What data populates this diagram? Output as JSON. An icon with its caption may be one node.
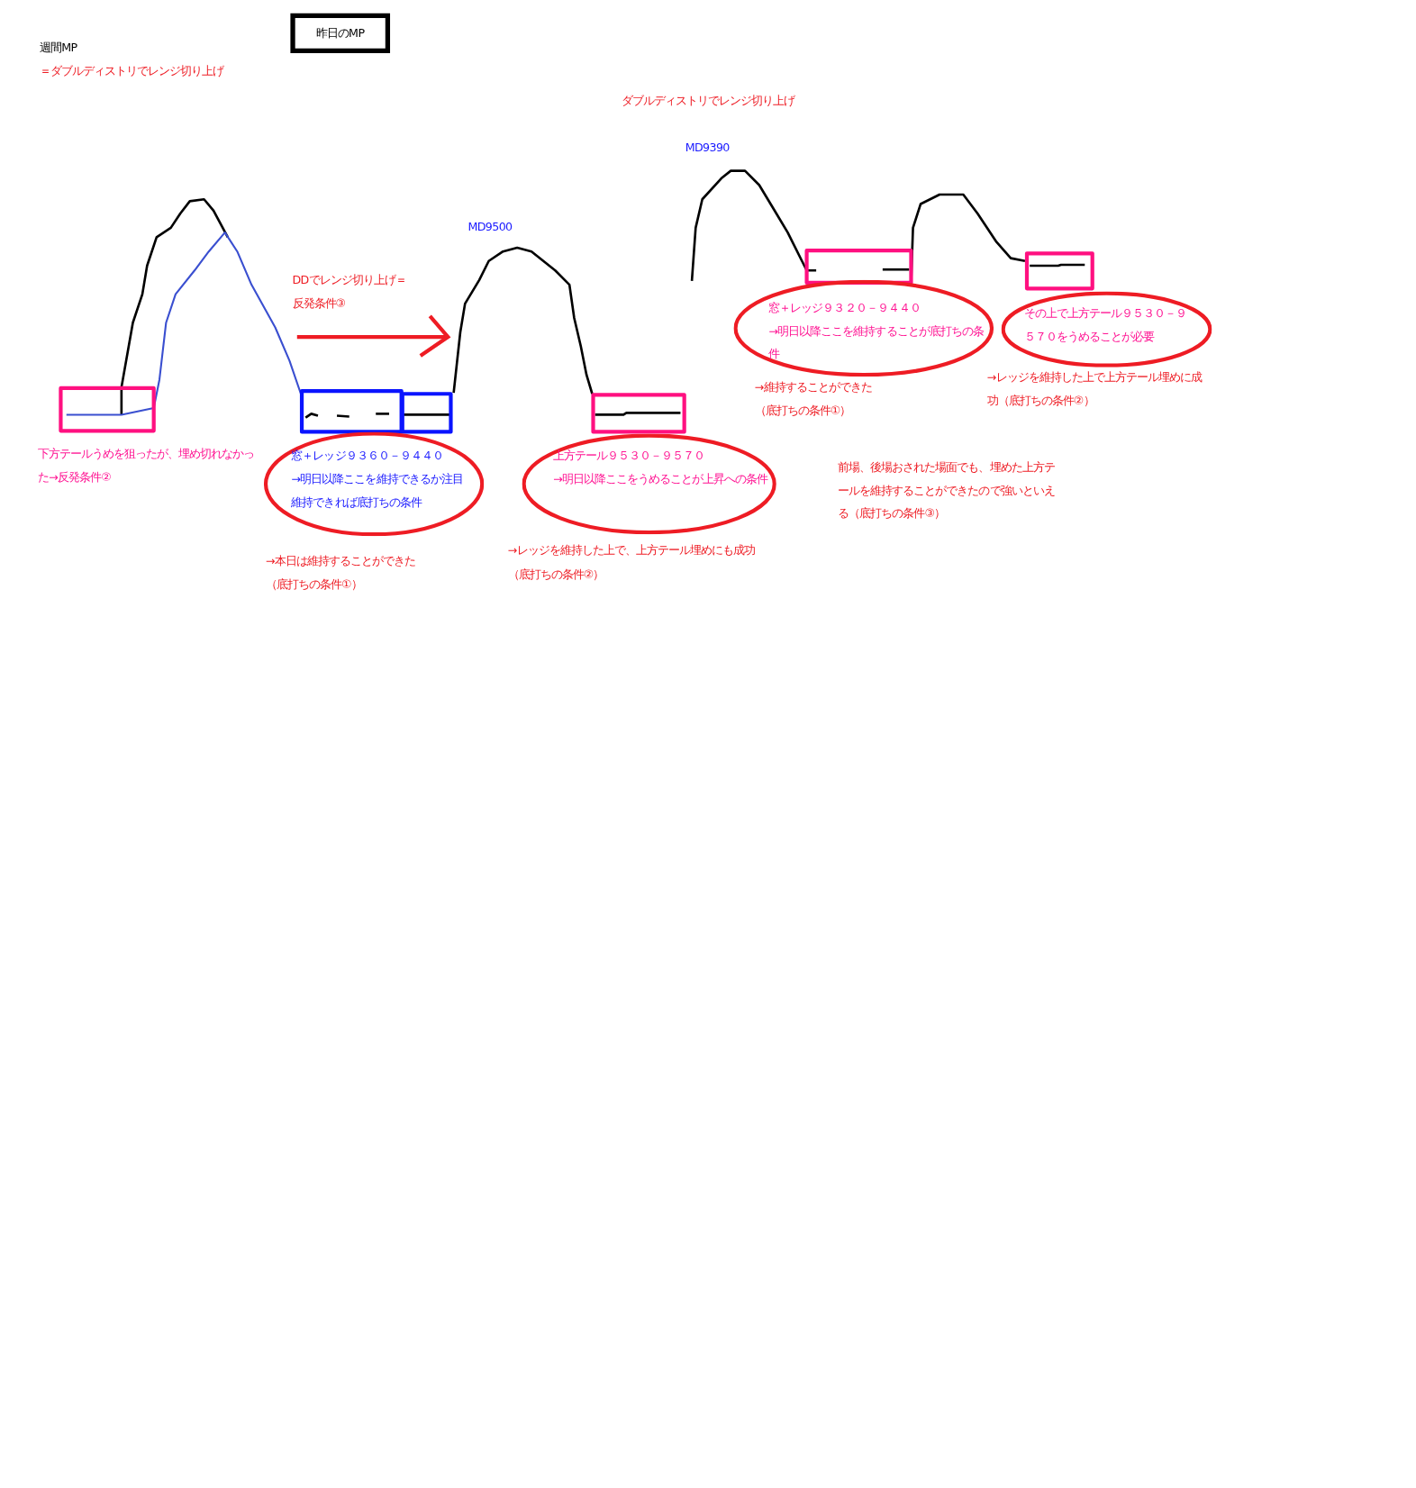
{
  "diagram": {
    "nodes": [
      {
        "text": [
          "昨日のMP"
        ]
      },
      {
        "text": [
          "窓＋レッジ９３６０－９４４０",
          "→明日以降ここを維持できるか注目",
          "維持できれば底打ちの条件"
        ]
      },
      {
        "text": [
          "上方テール９５３０－９５７０",
          "→明日以降ここをうめることが上昇への条件"
        ]
      },
      {
        "text": [
          "窓＋レッジ９３２０－９４４０",
          "→明日以降ここを維持することが底打ちの条件"
        ]
      },
      {
        "text": [
          "その上で上方テール９５３０－９５７０をうめることが必要"
        ]
      }
    ],
    "labels": [
      "週間MP",
      "＝ダブルディストリでレンジ切り上げ",
      "ダブルディストリでレンジ切り上げ",
      "MD9390",
      "MD9500",
      "DDでレンジ切り上げ＝反発条件③",
      "→維持することができた（底打ちの条件①）",
      "→レッジを維持した上で上方テール埋めに成功（底打ちの条件②）",
      "下方テールうめを狙ったが、埋め切れなかった→反発条件②",
      "前場、後場おされた場面でも、埋めた上方テールを維持することができたので強いといえる（底打ちの条件③）",
      "→本日は維持することができた（底打ちの条件①）",
      "→レッジを維持した上で、上方テール埋めにも成功（底打ちの条件②）"
    ]
  }
}
